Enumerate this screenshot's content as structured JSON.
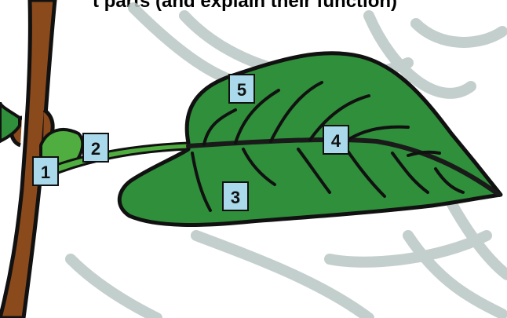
{
  "diagram": {
    "caption_fragment": "t parts (and explain their function)",
    "labels": [
      "1",
      "2",
      "3",
      "4",
      "5"
    ],
    "parts": [
      "stem",
      "petiole",
      "leaf blade",
      "midrib",
      "vein"
    ],
    "colors": {
      "leaf": "#2f8f3a",
      "leaf_light": "#4fae3f",
      "stem": "#8a4a1c",
      "outline": "#111111",
      "label_box": "#a9d9ea",
      "background_sketch": "#b9c7c4"
    }
  }
}
